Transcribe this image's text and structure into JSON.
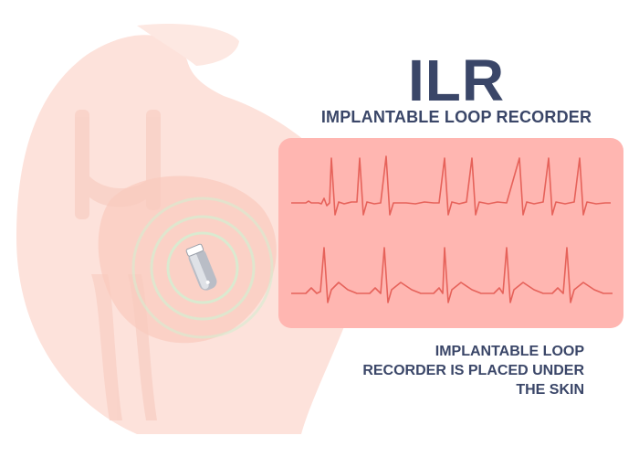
{
  "header": {
    "title": "ILR",
    "subtitle": "IMPLANTABLE LOOP RECORDER"
  },
  "caption": {
    "line1": "IMPLANTABLE LOOP",
    "line2": "RECORDER IS PLACED UNDER",
    "line3": "THE SKIN"
  },
  "colors": {
    "text": "#3a4668",
    "body_silhouette": "#fde4dd",
    "panel": "#ffb6b1",
    "ecg_trace": "#e6625a",
    "signal_rings": "#cfe8c8"
  }
}
